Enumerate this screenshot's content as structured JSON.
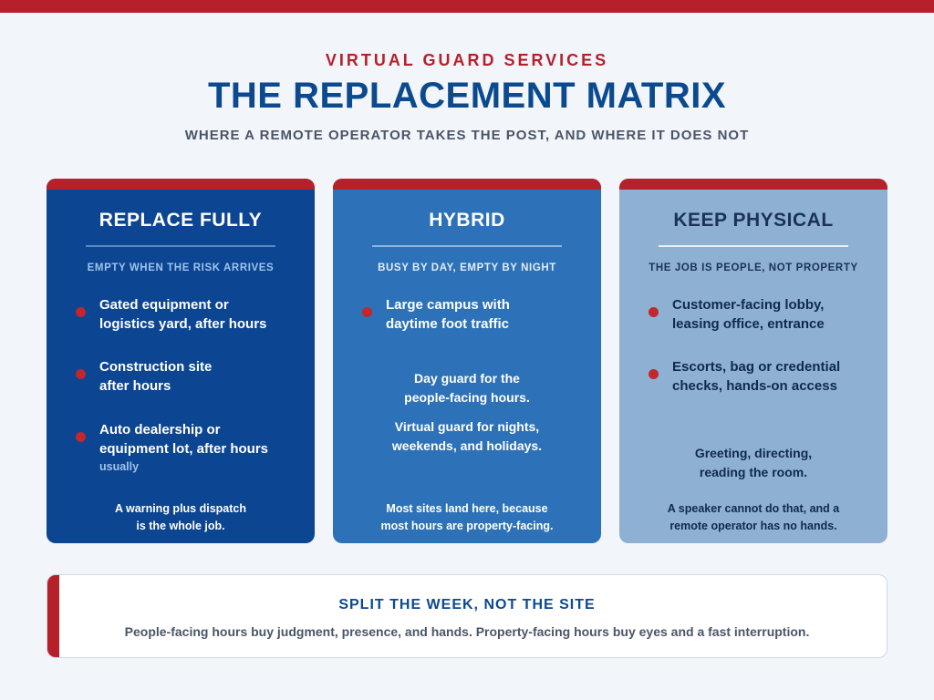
{
  "header": {
    "eyebrow": "VIRTUAL GUARD SERVICES",
    "title": "THE REPLACEMENT MATRIX",
    "subtitle": "WHERE A REMOTE OPERATOR TAKES THE POST, AND WHERE IT DOES NOT"
  },
  "colors": {
    "accent_red": "#b5202a",
    "navy": "#0c4591",
    "mid_blue": "#2d72b8",
    "light_blue": "#8eb0d3",
    "title_blue": "#0c4a8f"
  },
  "cards": [
    {
      "title": "REPLACE FULLY",
      "tagline": "EMPTY WHEN THE RISK ARRIVES",
      "bullets": [
        {
          "line1": "Gated equipment or",
          "line2": "logistics yard, after hours"
        },
        {
          "line1": "Construction site",
          "line2": "after hours"
        },
        {
          "line1": "Auto dealership or",
          "line2": "equipment lot, after hours",
          "note": "usually"
        }
      ],
      "footnote": {
        "line1": "A warning plus dispatch",
        "line2": "is the whole job."
      }
    },
    {
      "title": "HYBRID",
      "tagline": "BUSY BY DAY, EMPTY BY NIGHT",
      "bullets": [
        {
          "line1": "Large campus with",
          "line2": "daytime foot traffic"
        }
      ],
      "paragraphs": [
        {
          "line1": "Day guard for the",
          "line2": "people-facing hours."
        },
        {
          "line1": "Virtual guard for nights,",
          "line2": "weekends, and holidays."
        }
      ],
      "footnote": {
        "line1": "Most sites land here, because",
        "line2": "most hours are property-facing."
      }
    },
    {
      "title": "KEEP PHYSICAL",
      "tagline": "THE JOB IS PEOPLE, NOT PROPERTY",
      "bullets": [
        {
          "line1": "Customer-facing lobby,",
          "line2": "leasing office, entrance"
        },
        {
          "line1": "Escorts, bag or credential",
          "line2": "checks, hands-on access"
        }
      ],
      "paragraphs": [
        {
          "line1": "Greeting, directing,",
          "line2": "reading the room."
        }
      ],
      "footnote": {
        "line1": "A speaker cannot do that, and a",
        "line2": "remote operator has no hands."
      }
    }
  ],
  "banner": {
    "title": "SPLIT THE WEEK, NOT THE SITE",
    "text": "People-facing hours buy judgment, presence, and hands. Property-facing hours buy eyes and a fast interruption."
  }
}
